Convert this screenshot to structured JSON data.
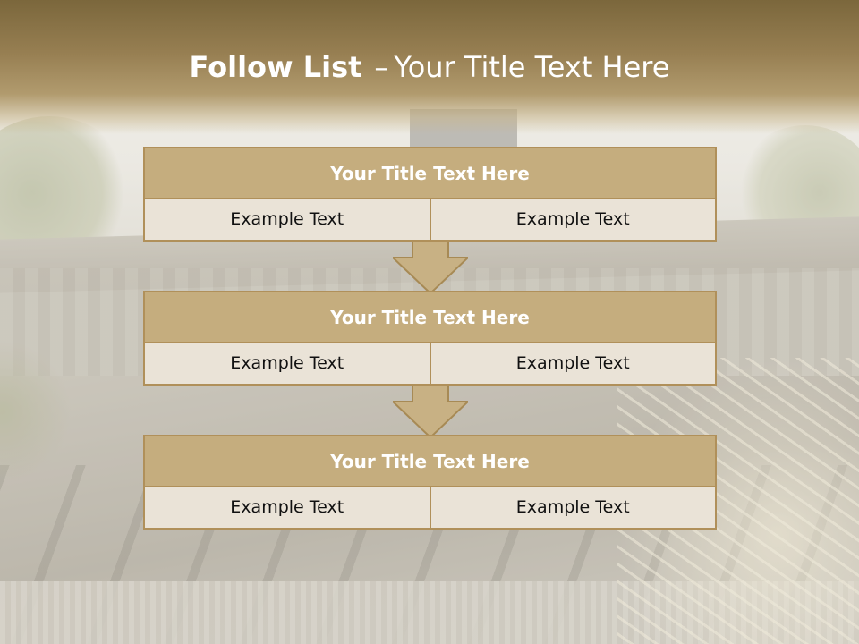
{
  "slide": {
    "title_bold": "Follow List",
    "title_separator": "–",
    "title_rest": "Your Title Text Here"
  },
  "steps": [
    {
      "title": "Your Title Text Here",
      "left": "Example Text",
      "right": "Example Text"
    },
    {
      "title": "Your Title Text Here",
      "left": "Example Text",
      "right": "Example Text"
    },
    {
      "title": "Your Title Text Here",
      "left": "Example Text",
      "right": "Example Text"
    }
  ],
  "colors": {
    "header": "#7b673c",
    "box_title": "#c5ad7e",
    "box_border": "#b0905a",
    "box_body": "#eae3d7",
    "arrow_fill": "#c8b184"
  },
  "icons": [
    "down-arrow-icon",
    "down-arrow-icon"
  ]
}
